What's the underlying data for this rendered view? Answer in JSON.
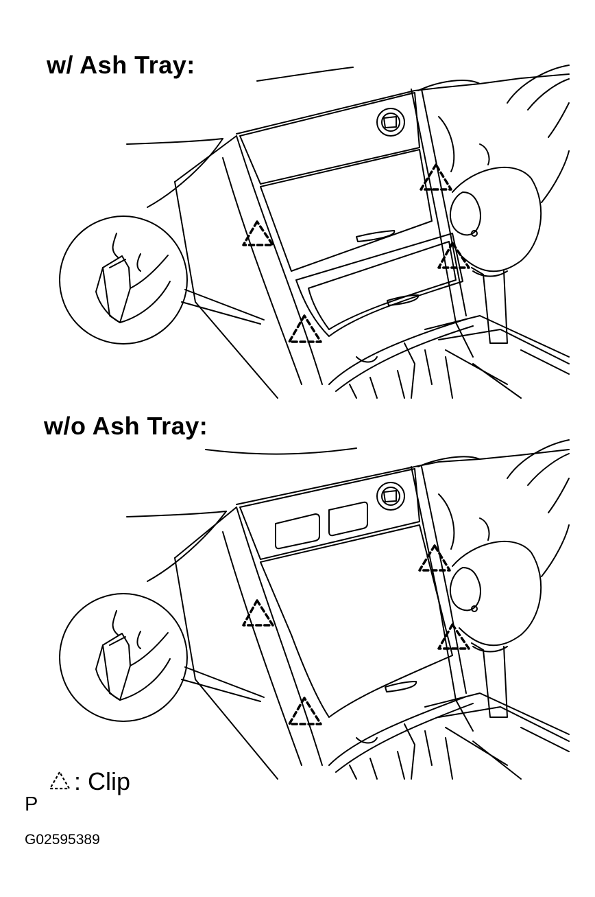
{
  "headings": {
    "with_ash_tray": "w/ Ash Tray:",
    "without_ash_tray": "w/o Ash Tray:"
  },
  "legend": {
    "symbol_icon": "clip-triangle-icon",
    "label": ": Clip"
  },
  "footer": {
    "page_letter": "P",
    "figure_id": "G02595389"
  },
  "colors": {
    "line": "#000000",
    "background": "#ffffff"
  }
}
